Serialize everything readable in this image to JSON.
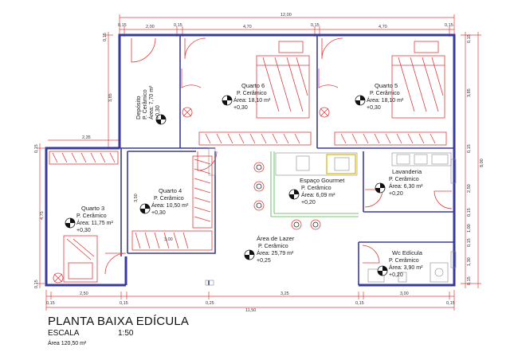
{
  "title": "PLANTA BAIXA EDÍCULA",
  "scale_label": "ESCALA",
  "scale_value": "1:50",
  "area_label": "Área",
  "area_value": "120,50 m²",
  "rooms": [
    {
      "name": "Depósito",
      "floor": "P. Cerâmico",
      "area": "Área: 7,70 m²",
      "level": "+0,30"
    },
    {
      "name": "Quarto 6",
      "floor": "P. Cerâmico",
      "area": "Área: 18,10 m²",
      "level": "+0,30"
    },
    {
      "name": "Quarto 5",
      "floor": "P. Cerâmico",
      "area": "Área: 18,10 m²",
      "level": "+0,30"
    },
    {
      "name": "Quarto 4",
      "floor": "P. Cerâmico",
      "area": "Área: 10,50 m²",
      "level": "+0,30"
    },
    {
      "name": "Quarto 3",
      "floor": "P. Cerâmico",
      "area": "Área: 11,75 m²",
      "level": "+0,30"
    },
    {
      "name": "Espaço Gourmet",
      "floor": "P. Cerâmico",
      "area": "Área: 6,09 m²",
      "level": "+0,20"
    },
    {
      "name": "Lavanderia",
      "floor": "P. Cerâmico",
      "area": "Área: 6,30 m²",
      "level": "+0,20"
    },
    {
      "name": "Área de Lazer",
      "floor": "P. Cerâmico",
      "area": "Área: 25,79 m²",
      "level": "+0,25"
    },
    {
      "name": "Wc Edícula",
      "floor": "P. Cerâmico",
      "area": "Área: 3,90 m²",
      "level": "+0,20"
    }
  ],
  "dims": {
    "top_total": "12,00",
    "top": [
      "0,15",
      "2,00",
      "0,15",
      "4,70",
      "0,15",
      "4,70",
      "0,15"
    ],
    "bottom_total": "11,50",
    "bottom": [
      "0,15",
      "2,50",
      "0,15",
      "0,25",
      "3,25",
      "0,15",
      "3,00",
      "0,15"
    ],
    "left_upper": [
      "0,15",
      "3,85"
    ],
    "left_lower": [
      "0,15",
      "4,75",
      "0,15"
    ],
    "left_step": "2,35",
    "right": [
      "0,15",
      "3,85",
      "0,15",
      "2,50",
      "0,15",
      "1,00",
      "0,15",
      "1,30",
      "0,15"
    ],
    "right_total": "8,00",
    "inner_q4_h": "3,50",
    "inner_q4_w": "3,00"
  }
}
